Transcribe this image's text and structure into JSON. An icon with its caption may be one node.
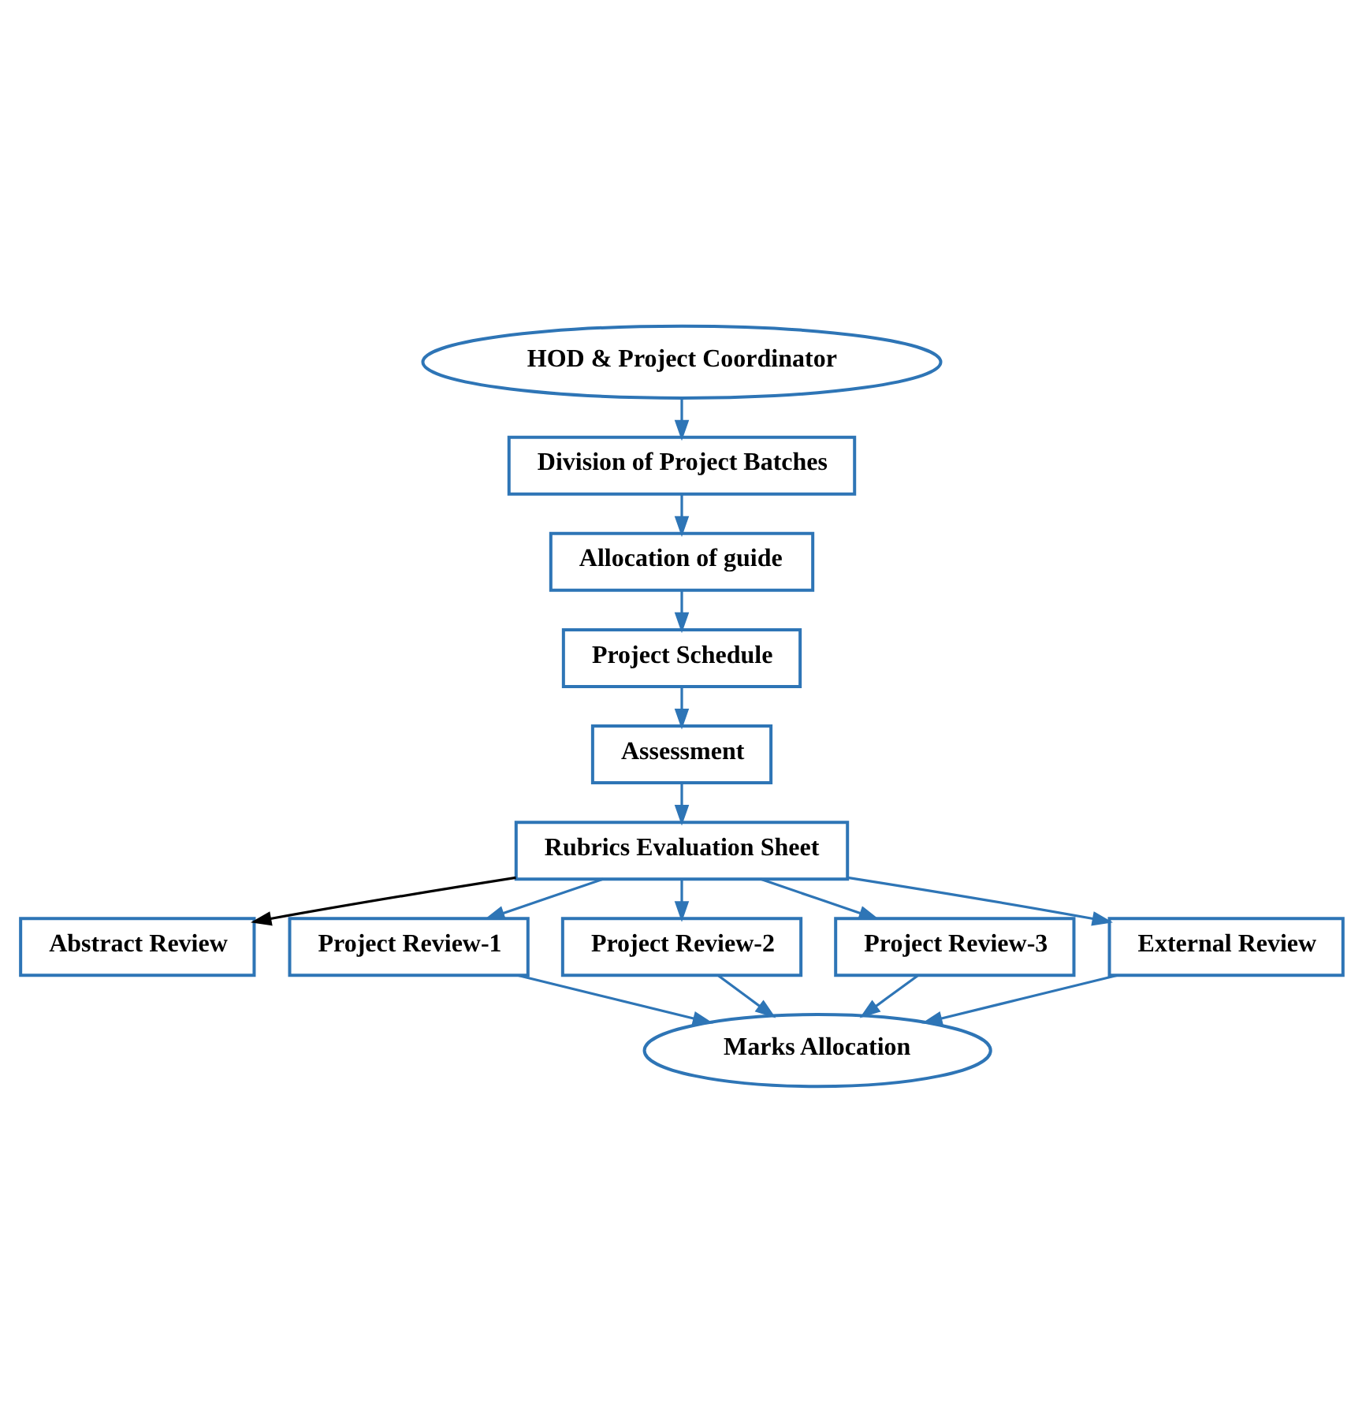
{
  "diagram": {
    "nodes": [
      {
        "text": [
          "HOD & Project Coordinator"
        ]
      },
      {
        "text": [
          "Division of Project Batches"
        ]
      },
      {
        "text": [
          "Allocation of guide"
        ]
      },
      {
        "text": [
          "Project Schedule"
        ]
      },
      {
        "text": [
          "Assessment"
        ]
      },
      {
        "text": [
          "Rubrics Evaluation Sheet"
        ]
      },
      {
        "text": [
          "Abstract Review"
        ]
      },
      {
        "text": [
          "Project Review-1"
        ]
      },
      {
        "text": [
          "Project Review-2"
        ]
      },
      {
        "text": [
          "Project Review-3"
        ]
      },
      {
        "text": [
          "External Review"
        ]
      },
      {
        "text": [
          "Marks Allocation"
        ]
      }
    ],
    "edges": [
      {
        "from": 0,
        "to": 1,
        "arrow": "to"
      },
      {
        "from": 1,
        "to": 2,
        "arrow": "to"
      },
      {
        "from": 2,
        "to": 3,
        "arrow": "to"
      },
      {
        "from": 3,
        "to": 4,
        "arrow": "to"
      },
      {
        "from": 4,
        "to": 5,
        "arrow": "to"
      },
      {
        "from": 5,
        "to": 6,
        "arrow": "to",
        "color": "#000000"
      },
      {
        "from": 5,
        "to": 7,
        "arrow": "to"
      },
      {
        "from": 5,
        "to": 8,
        "arrow": "to"
      },
      {
        "from": 5,
        "to": 9,
        "arrow": "to"
      },
      {
        "from": 5,
        "to": 10,
        "arrow": "to"
      },
      {
        "from": 7,
        "to": 11,
        "arrow": "to"
      },
      {
        "from": 8,
        "to": 11,
        "arrow": "to"
      },
      {
        "from": 9,
        "to": 11,
        "arrow": "to"
      },
      {
        "from": 10,
        "to": 11,
        "arrow": "to"
      }
    ]
  }
}
